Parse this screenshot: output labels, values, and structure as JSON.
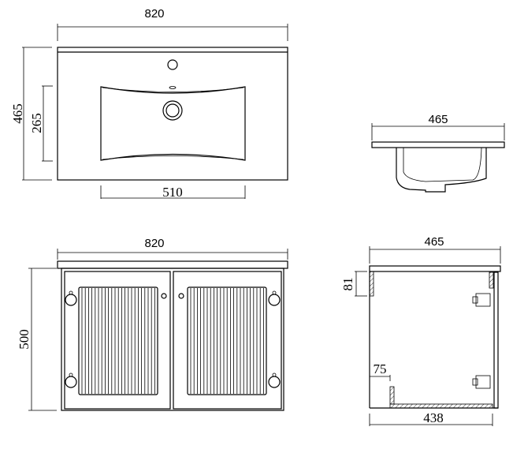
{
  "top_view": {
    "width_dim": "820",
    "depth_dim": "465",
    "basin_depth_dim": "265",
    "basin_width_dim": "510"
  },
  "side_basin_view": {
    "depth_dim": "465"
  },
  "front_view": {
    "width_dim": "820",
    "height_dim": "500"
  },
  "side_section_view": {
    "depth_dim": "465",
    "rail_dim": "81",
    "offset_dim": "75",
    "bottom_dim": "438"
  },
  "colors": {
    "line": "#000000",
    "background": "#ffffff"
  }
}
